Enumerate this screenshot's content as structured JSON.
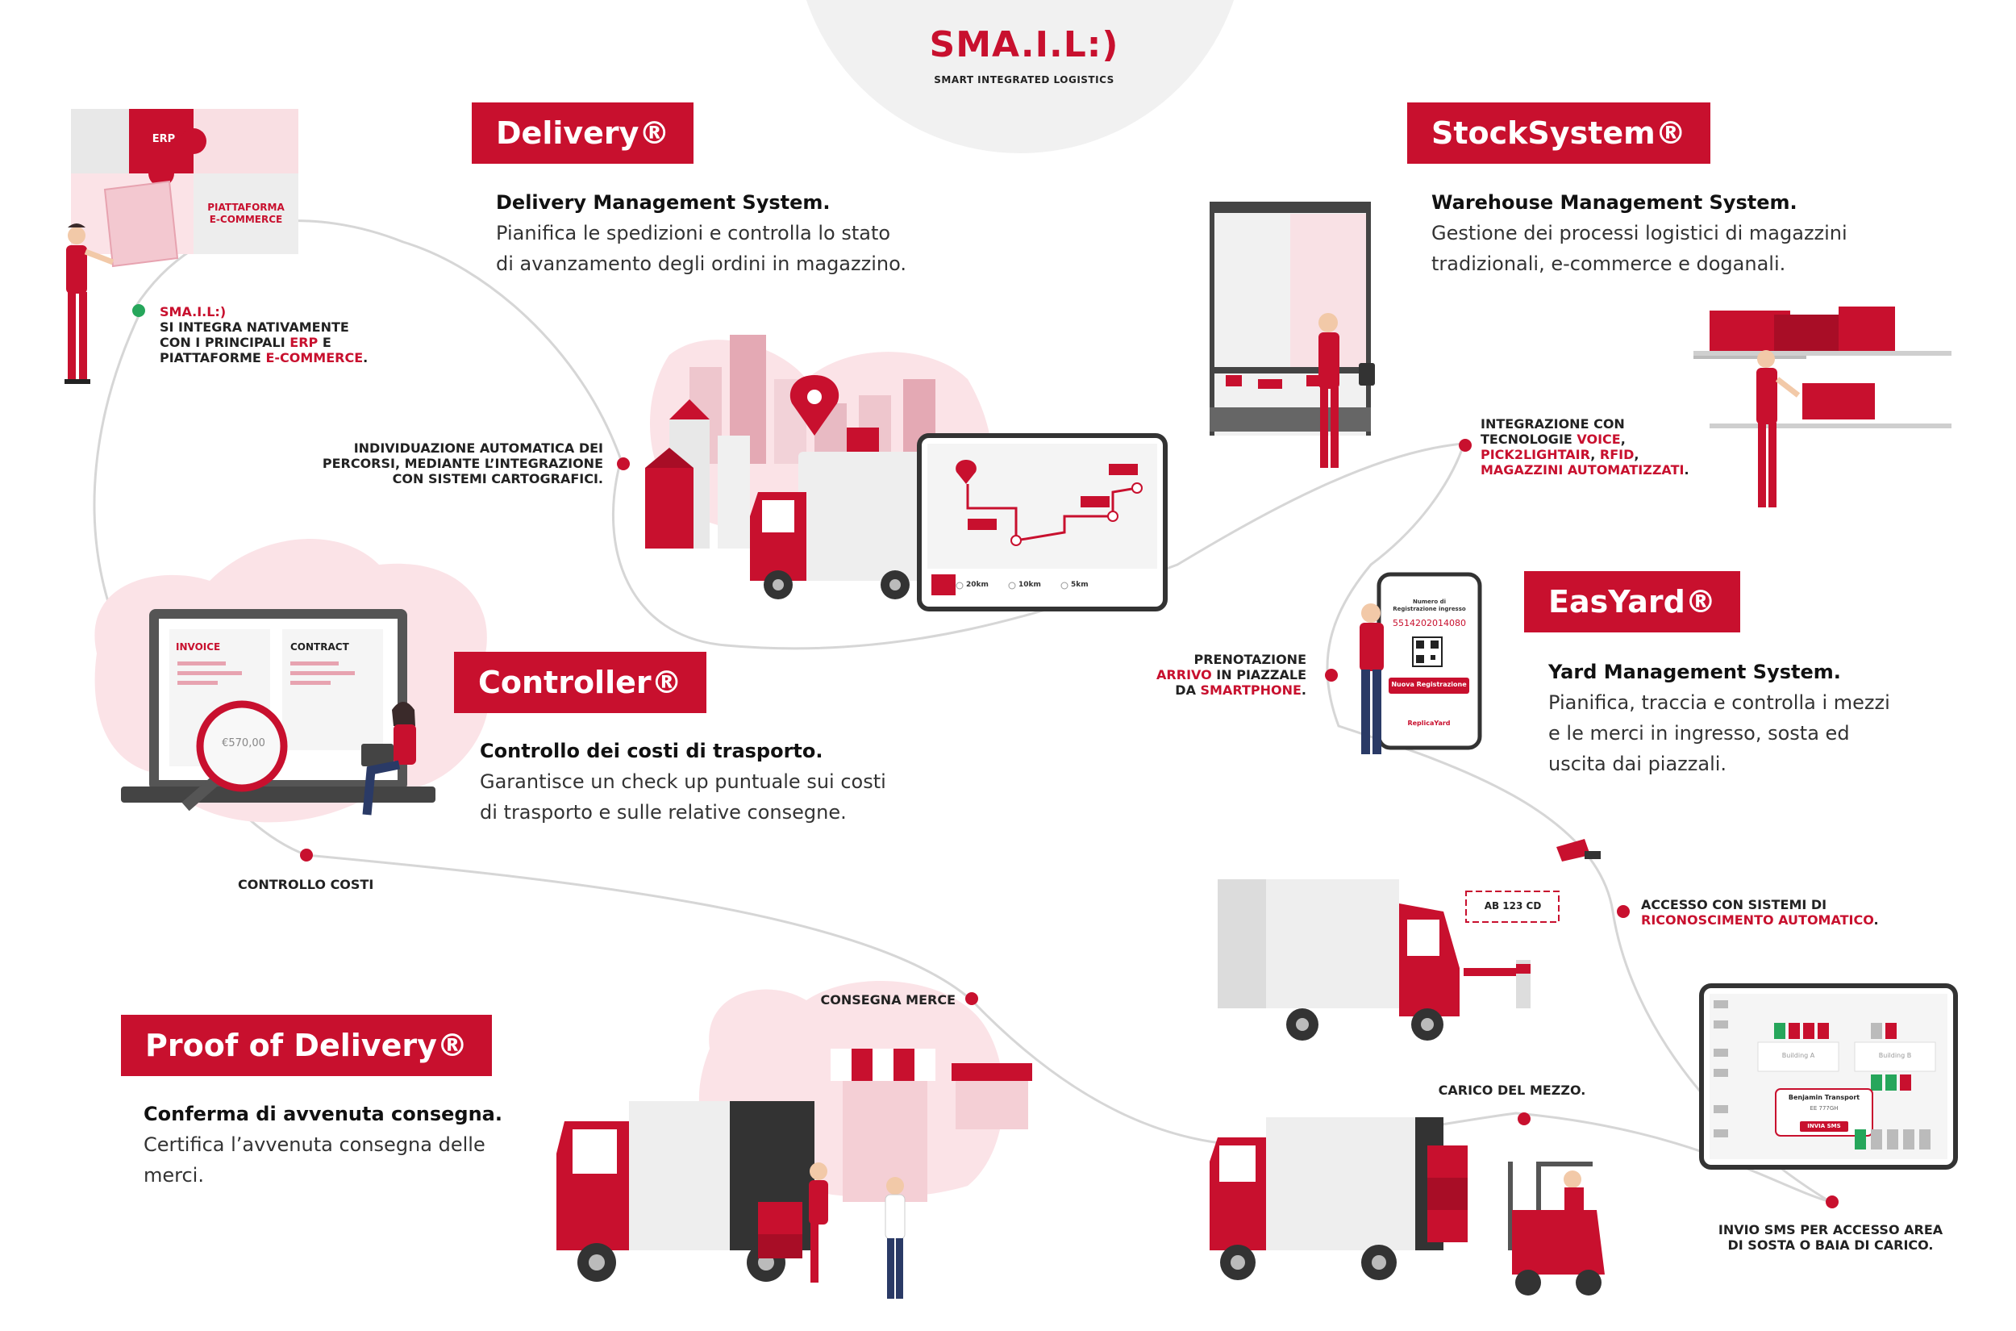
{
  "logo": {
    "title": "SMA.I.L:)",
    "subtitle": "SMART INTEGRATED LOGISTICS"
  },
  "accent_color": "#c8102e",
  "sections": {
    "delivery": {
      "badge": "Delivery®",
      "lead": "Delivery Management System.",
      "body": "Pianifica le spedizioni e controlla lo stato\ndi avanzamento degli ordini in magazzino."
    },
    "stocksystem": {
      "badge": "StockSystem®",
      "lead": "Warehouse Management System.",
      "body": "Gestione dei processi logistici di magazzini\ntradizionali, e-commerce e doganali."
    },
    "controller": {
      "badge": "Controller®",
      "lead": "Controllo dei costi di trasporto.",
      "body": "Garantisce un check up puntuale sui costi\ndi trasporto e sulle relative consegne."
    },
    "easyard": {
      "badge": "EasYard®",
      "lead": "Yard Management System.",
      "body": "Pianifica, traccia e controlla i mezzi\ne le merci in ingresso, sosta ed\nuscita dai piazzali."
    },
    "pod": {
      "badge": "Proof of Delivery®",
      "lead": "Conferma di avvenuta consegna.",
      "body": "Certifica l’avvenuta consegna delle\nmerci."
    }
  },
  "notes": {
    "integration": {
      "l1": "SMA.I.L:)",
      "l2": "SI INTEGRA NATIVAMENTE",
      "l3a": "CON I PRINCIPALI ",
      "l3b": "ERP",
      "l3c": " E",
      "l4a": "PIATTAFORME ",
      "l4b": "E-COMMERCE",
      "l4c": "."
    },
    "routes": {
      "l1": "INDIVIDUAZIONE AUTOMATICA DEI",
      "l2": "PERCORSI, MEDIANTE L’INTEGRAZIONE",
      "l3": "CON SISTEMI CARTOGRAFICI."
    },
    "tech": {
      "l1": "INTEGRAZIONE CON",
      "l2a": "TECNOLOGIE ",
      "l2b": "VOICE",
      "l2c": ",",
      "l3a": "PICK2LIGHTAIR",
      "l3b": ", ",
      "l3c": "RFID",
      "l3d": ",",
      "l4": "MAGAZZINI AUTOMATIZZATI",
      "l4b": "."
    },
    "booking": {
      "l1": "PRENOTAZIONE",
      "l2a": "ARRIVO",
      "l2b": " IN PIAZZALE",
      "l3a": "DA ",
      "l3b": "SMARTPHONE",
      "l3c": "."
    },
    "costs": {
      "l1": "CONTROLLO COSTI"
    },
    "access": {
      "l1": "ACCESSO CON SISTEMI DI",
      "l2": "RICONOSCIMENTO AUTOMATICO",
      "l2b": "."
    },
    "consegna": {
      "l1": "CONSEGNA MERCE"
    },
    "carico": {
      "l1": "CARICO DEL MEZZO."
    },
    "sms": {
      "l1": "INVIO SMS PER ACCESSO AREA",
      "l2": "DI SOSTA O BAIA DI CARICO."
    }
  },
  "puzzle": {
    "erp": "ERP",
    "ecom_l1": "PIATTAFORMA",
    "ecom_l2": "E-COMMERCE"
  },
  "laptop": {
    "invoice": "INVOICE",
    "contract": "CONTRACT",
    "amount": "€570,00"
  },
  "phone": {
    "title_l1": "Numero di",
    "title_l2": "Registrazione ingresso",
    "number": "5514202014080",
    "button": "Nuova Registrazione",
    "brand": "ReplicaYard"
  },
  "plate": "AB  123  CD",
  "yard_tablet": {
    "building_a": "Building A",
    "building_b": "Building B",
    "popup_title": "Benjamin Transport",
    "popup_plate": "EE 777GH",
    "popup_button": "INVIA SMS"
  },
  "map_tablet": {
    "stat1": "20km",
    "stat2": "10km",
    "stat3": "5km"
  }
}
